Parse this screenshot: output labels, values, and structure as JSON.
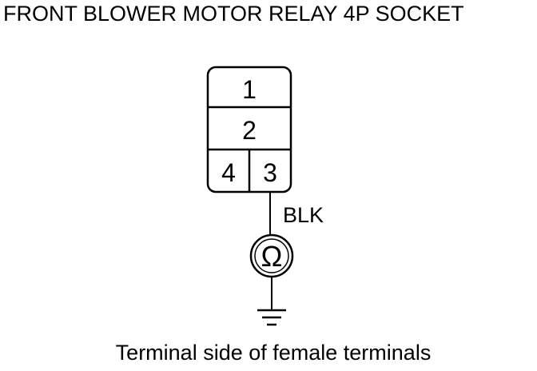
{
  "title": "FRONT BLOWER MOTOR RELAY 4P SOCKET",
  "connector": {
    "terminals": [
      "1",
      "2",
      "4",
      "3"
    ]
  },
  "wire": {
    "color_label": "BLK"
  },
  "meter": {
    "symbol": "Ω",
    "icon": "ohmmeter-icon"
  },
  "ground": {
    "icon": "ground-icon"
  },
  "caption": "Terminal side of female terminals"
}
